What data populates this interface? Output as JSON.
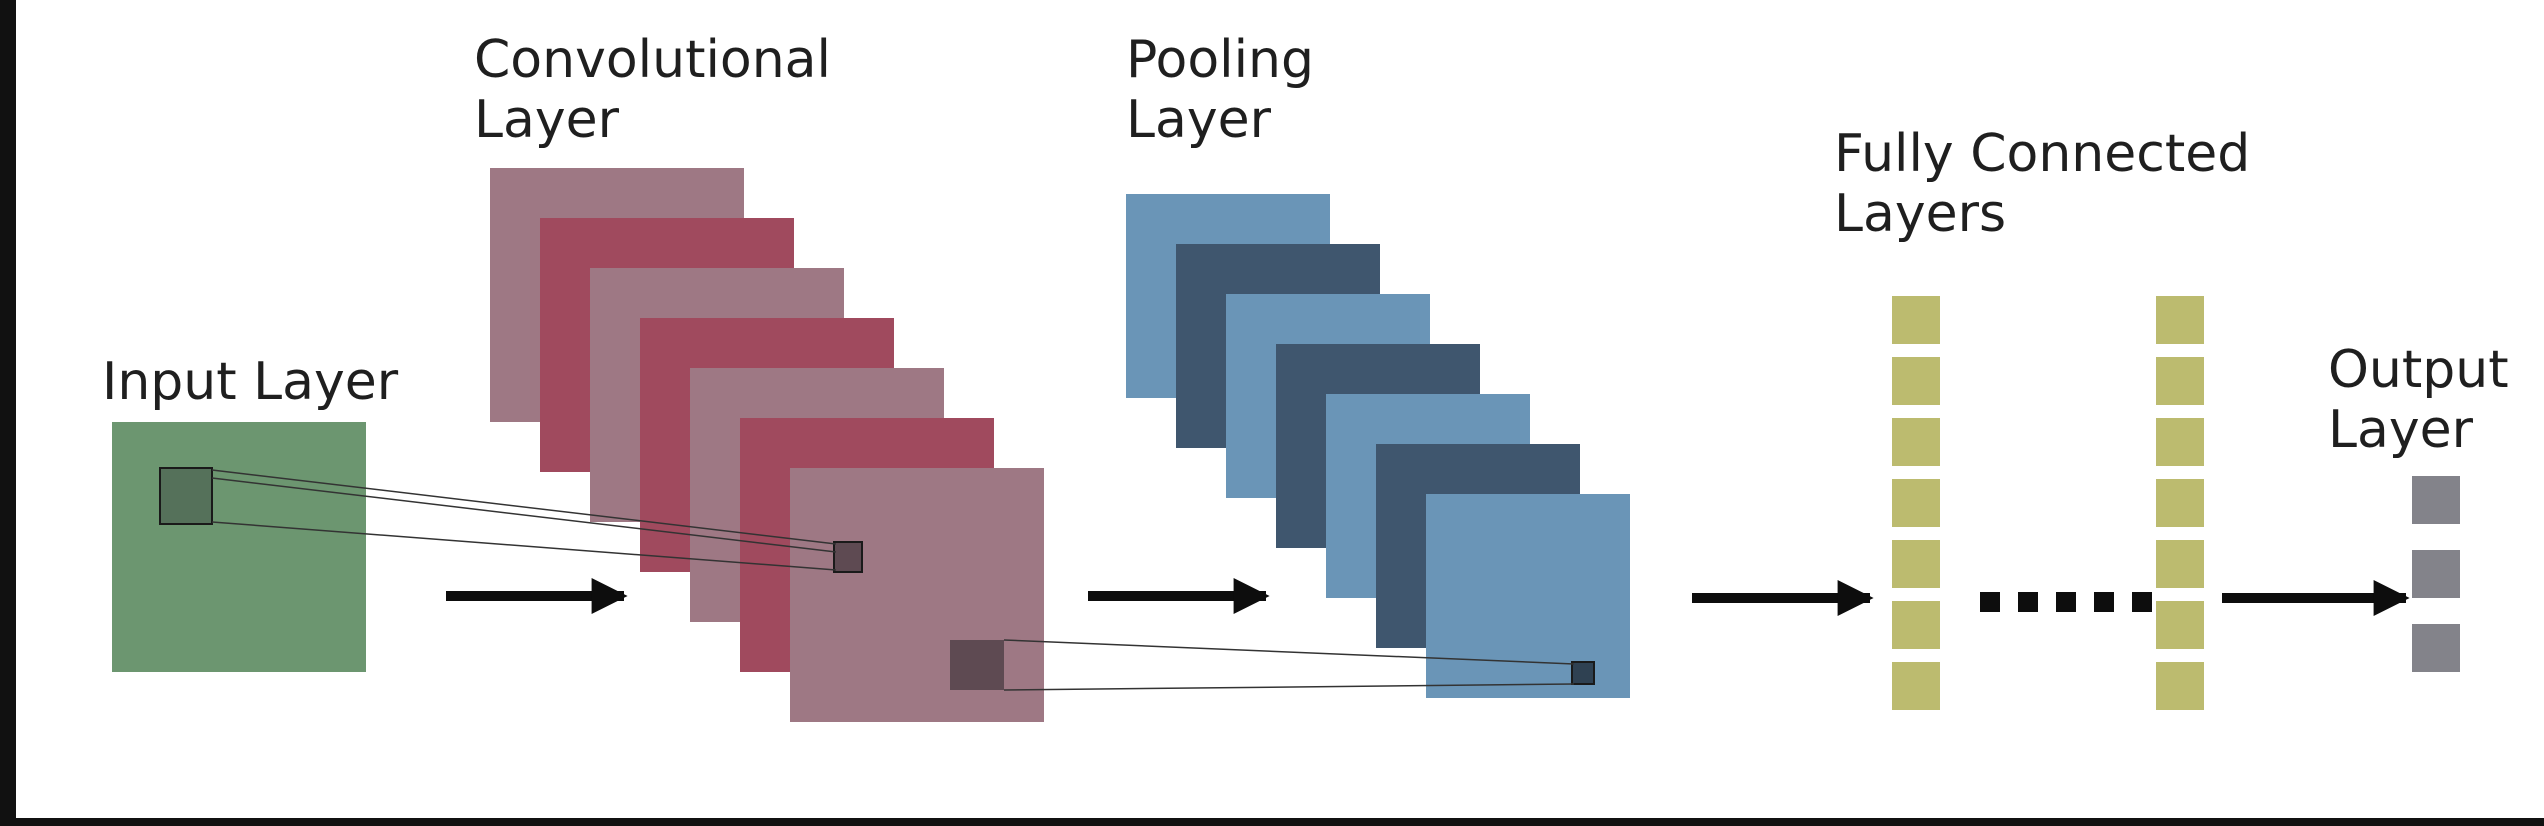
{
  "labels": {
    "input": [
      "Input Layer"
    ],
    "conv": [
      "Convolutional",
      "Layer"
    ],
    "pool": [
      "Pooling",
      "Layer"
    ],
    "fc": [
      "Fully Connected",
      "Layers"
    ],
    "output": [
      "Output",
      "Layer"
    ]
  },
  "colors": {
    "background": "#ffffff",
    "frame": "#111111",
    "input_layer": "#6c9670",
    "input_patch": "#55715a",
    "conv_light": "#9e7884",
    "conv_dark": "#a04a5e",
    "conv_patch": "#5e4a52",
    "pool_light": "#6a95b7",
    "pool_dark": "#3f566e",
    "pool_patch": "#2f4152",
    "fc_nodes": "#bcbb6f",
    "output_nodes": "#83838a",
    "arrows": "#0d0d0d"
  },
  "icons": {
    "arrow": "right-arrow-icon",
    "ellipsis": "dotted-ellipsis"
  },
  "counts": {
    "conv_feature_maps": 7,
    "pool_feature_maps": 7,
    "fc_nodes_per_layer": 7,
    "fc_layers_shown": 2,
    "output_nodes": 3
  }
}
